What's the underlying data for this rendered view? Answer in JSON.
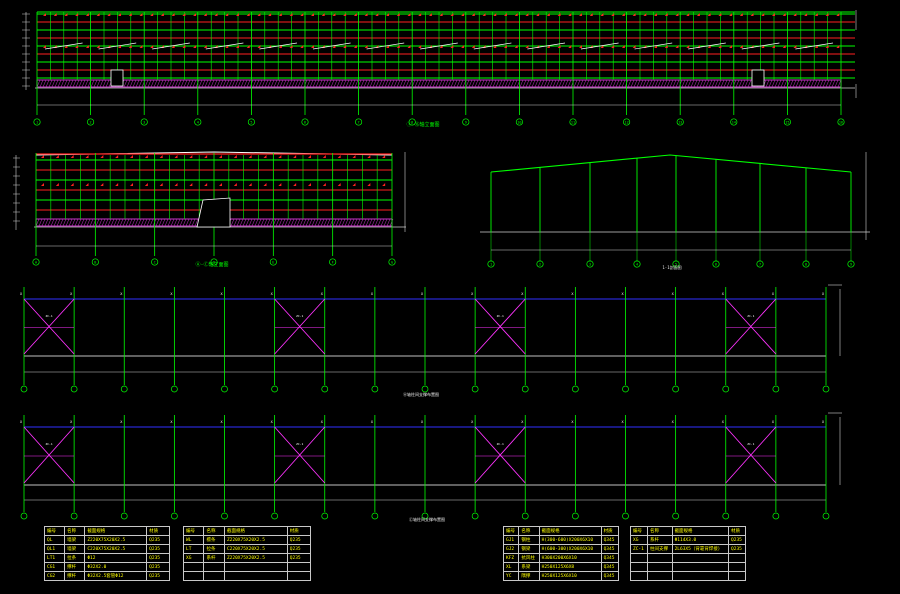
{
  "colors": {
    "background": "#000000",
    "column_line": "#00ff00",
    "beam_red": "#ff2020",
    "ground_hatch": "#cc33cc",
    "tie_blue": "#3030ff",
    "bracing_magenta": "#ff33ff",
    "text_white": "#e8e8e8",
    "text_yellow": "#ffff00"
  },
  "drawings": {
    "elevation_main_title": "①-⑯轴立面图",
    "elevation_side_title": "Ⓐ-Ⓒ轴立面图",
    "section_title": "1-1剖面图",
    "wall_bracing_1_title": "Ⓐ轴柱间支撑布置图",
    "wall_bracing_2_title": "Ⓒ轴柱间支撑布置图",
    "bracing_label": "ZC-1",
    "axis_labels_long": [
      "1",
      "2",
      "3",
      "4",
      "5",
      "6",
      "7",
      "8",
      "9",
      "10",
      "11",
      "12",
      "13",
      "14",
      "15",
      "16"
    ],
    "axis_labels_side": [
      "A",
      "B",
      "C",
      "D",
      "E",
      "F",
      "G"
    ]
  },
  "tables": [
    {
      "rows": [
        [
          "编号",
          "名称",
          "截面规格",
          "材质"
        ],
        [
          "QL",
          "墙梁",
          "Z220X75X20X2.5",
          "Q235"
        ],
        [
          "QL1",
          "墙梁",
          "C220X75X20X2.5",
          "Q235"
        ],
        [
          "LT1",
          "拉条",
          "Φ12",
          "Q235"
        ],
        [
          "CG1",
          "撑杆",
          "Φ32X2.0",
          "Q235"
        ],
        [
          "CG2",
          "撑杆",
          "Φ32X2.5套管Φ12",
          "Q235"
        ]
      ]
    },
    {
      "rows": [
        [
          "编号",
          "名称",
          "截面规格",
          "材质"
        ],
        [
          "WL",
          "檩条",
          "Z220X75X20X2.5",
          "Q235"
        ],
        [
          "LT",
          "拉条",
          "C220X75X20X2.5",
          "Q235"
        ],
        [
          "XG",
          "系杆",
          "Z220X75X20X2.5",
          "Q235"
        ],
        [
          "",
          "",
          "",
          ""
        ],
        [
          "",
          "",
          "",
          ""
        ]
      ]
    },
    {
      "rows": [
        [
          "编号",
          "名称",
          "截面规格",
          "材质"
        ],
        [
          "GJ1",
          "钢柱",
          "H(300-600)X200X6X10",
          "Q345"
        ],
        [
          "GJ2",
          "钢梁",
          "H(600-300)X200X6X10",
          "Q345"
        ],
        [
          "KFZ",
          "抗风柱",
          "H300X200X6X10",
          "Q345"
        ],
        [
          "XL",
          "系梁",
          "H250X125X6X8",
          "Q345"
        ],
        [
          "YC",
          "隅撑",
          "H250X125X6X10",
          "Q345"
        ]
      ]
    },
    {
      "rows": [
        [
          "编号",
          "名称",
          "截面规格",
          "材质"
        ],
        [
          "XG",
          "系杆",
          "Φ114X3.0",
          "Q235"
        ],
        [
          "ZC-1",
          "柱间支撑",
          "2L63X5（背靠背焊接）",
          "Q235"
        ],
        [
          "",
          "",
          "",
          ""
        ],
        [
          "",
          "",
          "",
          ""
        ],
        [
          "",
          "",
          "",
          ""
        ]
      ]
    }
  ]
}
